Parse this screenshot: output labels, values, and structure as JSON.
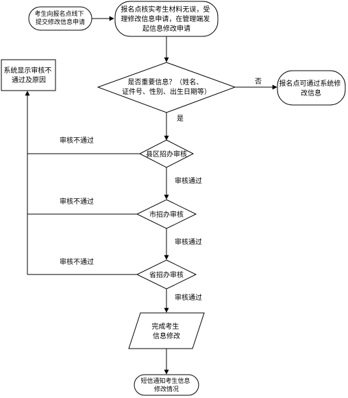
{
  "nodes": {
    "start": {
      "lines": [
        "考生向报名点线下",
        "提交修改信息申请"
      ]
    },
    "verify": {
      "lines": [
        "报名点核实考生材料无误，受",
        "理修改信息申请，在管理端发",
        "起信息修改申请"
      ]
    },
    "decision": {
      "lines": [
        "是否重要信息？（姓名、",
        "证件号、性别、出生日期等）"
      ]
    },
    "direct_modify": {
      "lines": [
        "报名点可通过系统修",
        "改信息"
      ]
    },
    "reject_reason": {
      "lines": [
        "系统显示审核不",
        "通过及原因"
      ]
    },
    "county": {
      "label": "县区招办审核"
    },
    "city": {
      "label": "市招办审核"
    },
    "province": {
      "label": "省招办审核"
    },
    "done": {
      "lines": [
        "完成考生",
        "信息修改"
      ]
    },
    "notify": {
      "lines": [
        "短信通知考生信息",
        "修改情况"
      ]
    }
  },
  "edge_labels": {
    "no": "否",
    "yes": "是",
    "fail_county": "审核不通过",
    "fail_city": "审核不通过",
    "fail_province": "审核不通过",
    "pass_county": "审核通过",
    "pass_city": "审核通过",
    "pass_province": "审核通过"
  }
}
